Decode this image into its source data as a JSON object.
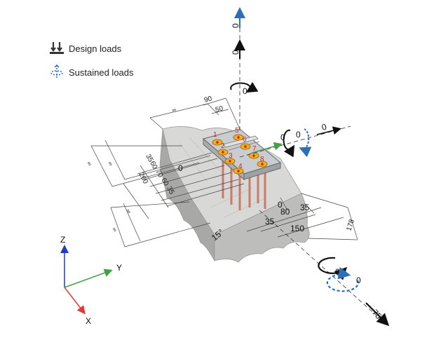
{
  "legend": {
    "design_loads": "Design loads",
    "sustained_loads": "Sustained loads"
  },
  "axes": {
    "z": "Z",
    "y": "Y",
    "x": "X"
  },
  "loads": {
    "n_top": "0",
    "n_top_sustained": "0",
    "mz": "0",
    "my_design": "0",
    "my_sustained": "0",
    "vy": "0",
    "mx_design": "0",
    "mx_sustained": "0",
    "vx": "75"
  },
  "dimensions": {
    "inf_top": "∞",
    "d90": "90",
    "d50": "50",
    "inf_left_1": "∞",
    "inf_left_2": "∞",
    "inf_left_3": "∞",
    "inf_left_4": "∞",
    "d35a": "35",
    "d60a": "60",
    "d70": "70",
    "d60b": "60",
    "d35b": "35",
    "d260": "260",
    "zero_mid": "0",
    "zero_right": "0",
    "d35c": "35",
    "d80": "80",
    "d35d": "35",
    "d150": "150",
    "d178": "178",
    "angle": "15°"
  },
  "anchors": [
    "1",
    "2",
    "3",
    "4",
    "5",
    "6",
    "7",
    "8"
  ],
  "colors": {
    "concrete_top": "#d8d8d6",
    "concrete_front": "#bdbdbb",
    "concrete_side": "#a8a8a6",
    "plate": "#c9ccd0",
    "washer": "#f2b01e",
    "anchor_rod": "#c97a6a",
    "axis_x": "#e53935",
    "axis_y": "#43a047",
    "axis_z": "#1e3fbf",
    "sustained": "#2a6fb8"
  }
}
